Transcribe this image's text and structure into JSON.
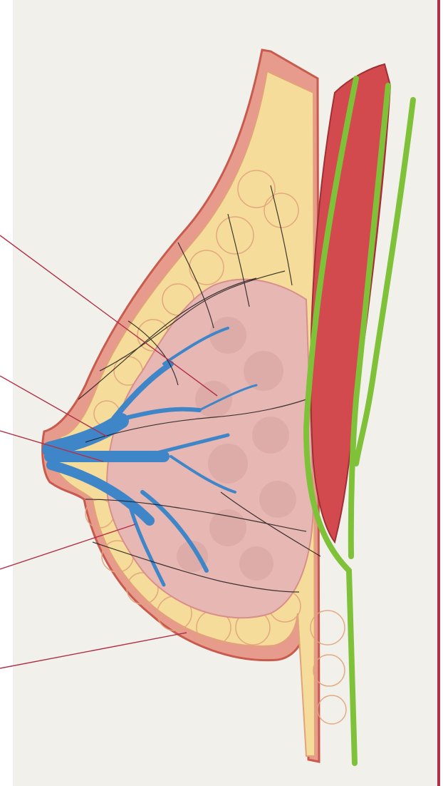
{
  "illustration": {
    "subject": "breast-anatomy-cross-section",
    "colors": {
      "paper": "#f2f0ea",
      "skin": "#e79b8d",
      "skin_dark": "#c95a4e",
      "fat": "#f5dc9a",
      "fat_outline": "#e2a37a",
      "glandular": "#e7b7b4",
      "lobules": "#c98f8a",
      "ducts": "#3f86c8",
      "muscle": "#d24a4e",
      "fascia": "#7fc23a",
      "leader_line": "#b0304a",
      "frame": "#b0304a",
      "ink": "#111111"
    }
  },
  "labels": [
    {
      "id": "upper",
      "text": ""
    },
    {
      "id": "mid1",
      "text": ""
    },
    {
      "id": "mid2",
      "text": ""
    },
    {
      "id": "lower",
      "text": ""
    },
    {
      "id": "bottom",
      "text": ""
    }
  ]
}
